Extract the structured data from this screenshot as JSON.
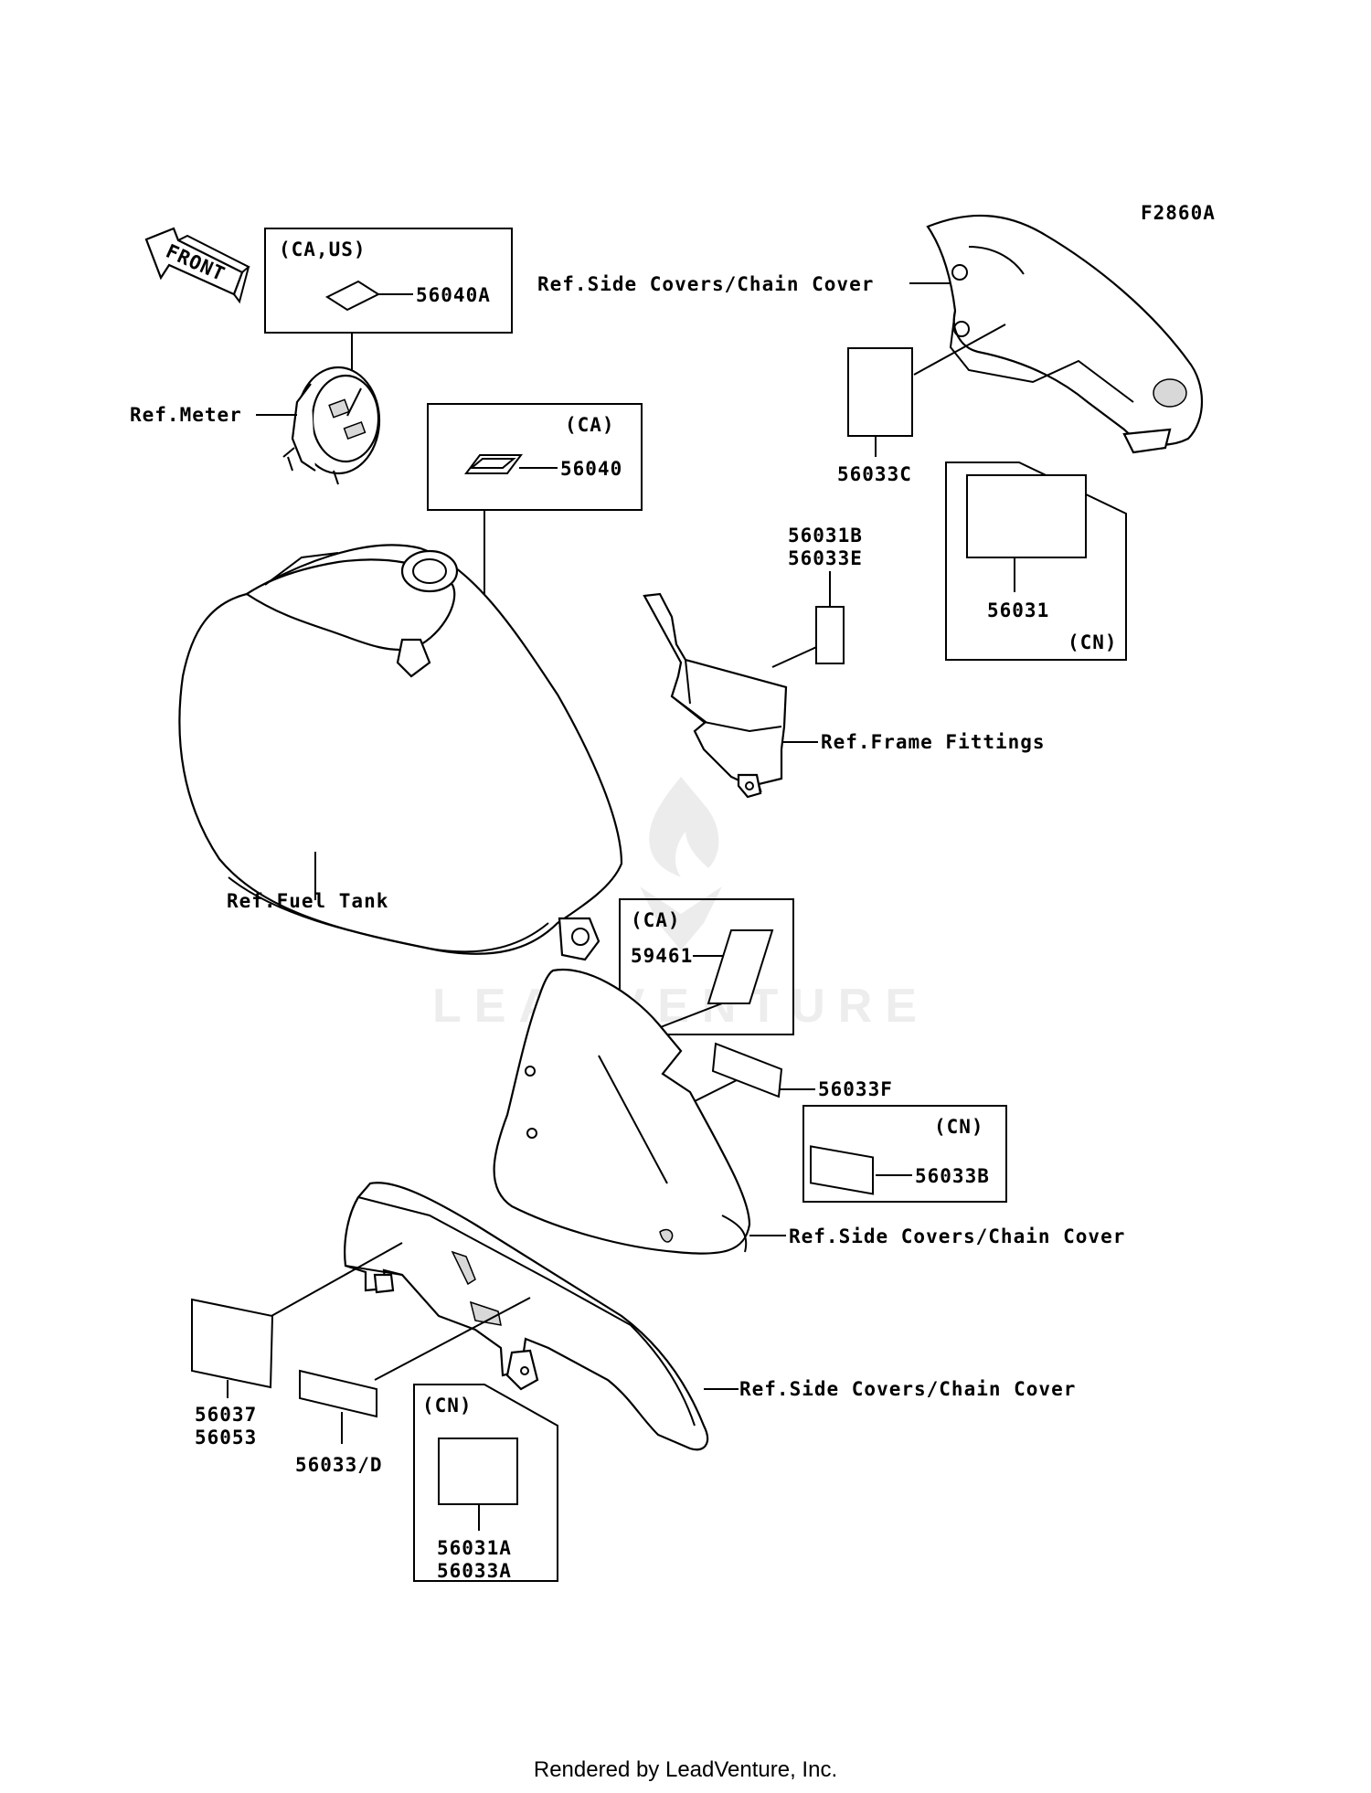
{
  "figure_code": "F2860A",
  "front_arrow": "FRONT",
  "watermark": "LEADVENTURE",
  "footer": "Rendered by LeadVenture, Inc.",
  "icons": {
    "front_arrow": "front-direction-arrow-icon",
    "watermark_logo": "leadventure-flame-logo-icon"
  },
  "regions": {
    "ca_us": "(CA,US)",
    "ca_top": "(CA)",
    "ca_mid": "(CA)",
    "cn_right": "(CN)",
    "cn_mid": "(CN)",
    "cn_bottom": "(CN)"
  },
  "refs": {
    "meter": "Ref.Meter",
    "fuel_tank": "Ref.Fuel Tank",
    "frame_fittings": "Ref.Frame Fittings",
    "side_covers_top": "Ref.Side Covers/Chain Cover",
    "side_covers_mid": "Ref.Side Covers/Chain Cover",
    "side_covers_bottom": "Ref.Side Covers/Chain Cover"
  },
  "parts": {
    "p56040A": "56040A",
    "p56040": "56040",
    "p56033C": "56033C",
    "p56031": "56031",
    "p56031B": "56031B",
    "p56033E": "56033E",
    "p59461": "59461",
    "p56033F": "56033F",
    "p56033B": "56033B",
    "p56037": "56037",
    "p56053": "56053",
    "p56033D": "56033/D",
    "p56031A": "56031A",
    "p56033A": "56033A"
  }
}
